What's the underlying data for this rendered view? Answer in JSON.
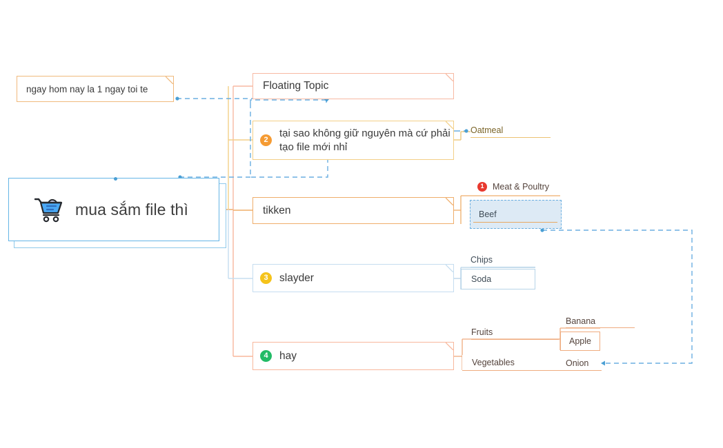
{
  "document": {
    "title": "mua sắm file thì",
    "type": "mind-map"
  },
  "central_topic": {
    "label": "mua sắm file thì",
    "icon": "shopping-cart-icon",
    "border_color": "#64b5e6",
    "selected": true
  },
  "callout": {
    "label": "ngay hom nay la 1 ngay toi te",
    "border_color": "#f0b97c"
  },
  "branches": [
    {
      "id": "floating",
      "label": "Floating Topic",
      "badge": null,
      "color": "#f7b9a2",
      "children": []
    },
    {
      "id": "taisao",
      "label": "tại sao không giữ nguyên mà cứ phải tạo file mới nhỉ",
      "badge": {
        "number": "2",
        "color": "#f59b33"
      },
      "color": "#f3cf87",
      "children": [
        {
          "label": "Oatmeal",
          "style": "underline-amber"
        }
      ]
    },
    {
      "id": "tikken",
      "label": "tikken",
      "badge": null,
      "color": "#efad6a",
      "children": [
        {
          "label": "Meat & Poultry",
          "badge": {
            "number": "1",
            "color": "#e8392f"
          },
          "style": "plain"
        },
        {
          "label": "Beef",
          "style": "selected-box",
          "selected": true
        }
      ]
    },
    {
      "id": "slayder",
      "label": "slayder",
      "badge": {
        "number": "3",
        "color": "#f5c31b"
      },
      "color": "#c5ddf0",
      "children": [
        {
          "label": "Chips",
          "style": "underline-blue"
        },
        {
          "label": "Soda",
          "style": "box-blue"
        }
      ]
    },
    {
      "id": "hay",
      "label": "hay",
      "badge": {
        "number": "4",
        "color": "#22bb66"
      },
      "color": "#f8b79c",
      "children": [
        {
          "label": "Fruits",
          "style": "underline-orange",
          "children": [
            {
              "label": "Banana",
              "style": "underline-orange"
            },
            {
              "label": "Apple",
              "style": "box-orange"
            }
          ]
        },
        {
          "label": "Vegetables",
          "style": "box-orange",
          "children": [
            {
              "label": "Onion",
              "style": "underline-orange"
            }
          ]
        }
      ]
    }
  ],
  "relationships": [
    {
      "from": "callout",
      "to": "floating",
      "style": "dashed",
      "color": "#6aaee0"
    },
    {
      "from": "taisao",
      "to": "oatmeal",
      "style": "dashed",
      "color": "#6aaee0"
    },
    {
      "from": "beef",
      "to": "onion",
      "style": "dashed",
      "color": "#6aaee0"
    }
  ],
  "colors": {
    "selection_blue": "#6aaee0",
    "selection_fill": "#ddeaf5",
    "central_blue": "#64b5e6",
    "orange": "#efad6a",
    "amber": "#ecc271",
    "salmon": "#f7b9a2",
    "light_blue": "#c5ddf0"
  }
}
